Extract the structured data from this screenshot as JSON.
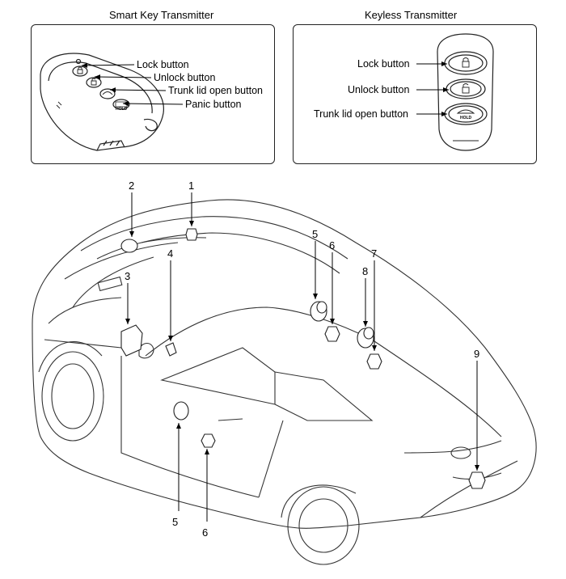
{
  "smart_key": {
    "title": "Smart Key Transmitter",
    "labels": [
      "Lock button",
      "Unlock button",
      "Trunk lid open button",
      "Panic button"
    ],
    "hold_text": "HOLD"
  },
  "keyless": {
    "title": "Keyless Transmitter",
    "labels": [
      "Lock button",
      "Unlock button",
      "Trunk lid open button"
    ],
    "hold_text": "HOLD"
  },
  "callouts": [
    "1",
    "2",
    "3",
    "4",
    "5",
    "6",
    "7",
    "8",
    "9",
    "5",
    "6"
  ]
}
